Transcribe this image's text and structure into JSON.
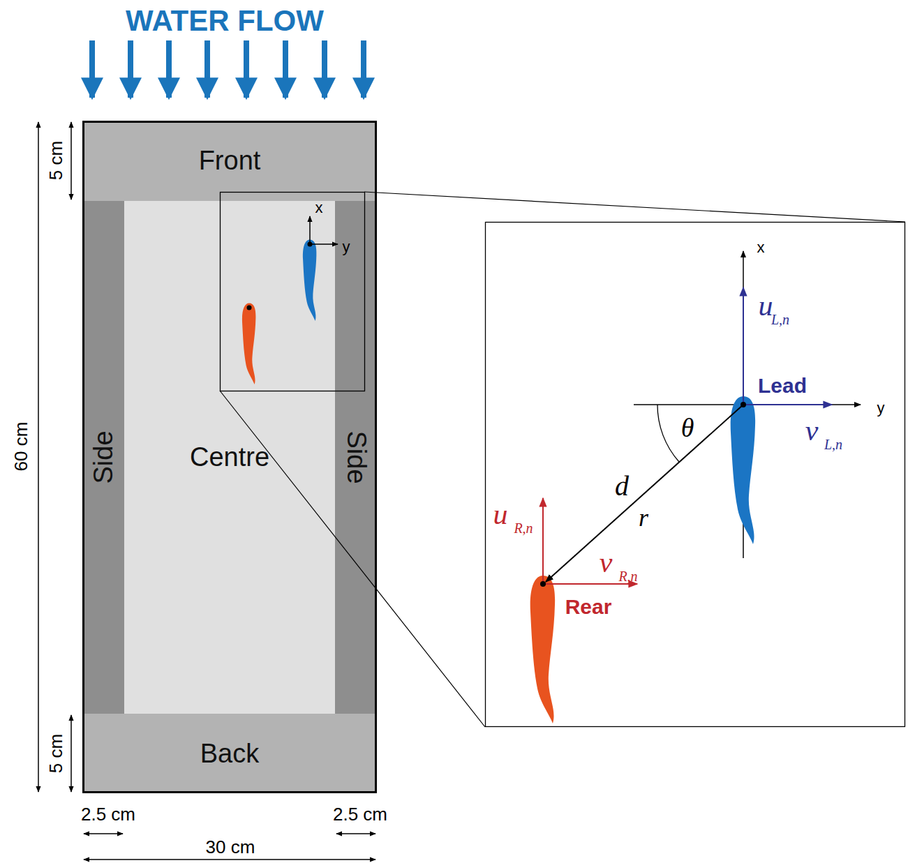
{
  "diagram": {
    "nodes": [
      {
        "text": [
          "Front"
        ]
      },
      {
        "text": [
          "Side"
        ]
      },
      {
        "text": [
          "Centre"
        ]
      },
      {
        "text": [
          "Side"
        ]
      },
      {
        "text": [
          "Back"
        ]
      }
    ],
    "labels": [
      "WATER FLOW",
      "5 cm",
      "60 cm",
      "5 cm",
      "2.5 cm",
      "2.5 cm",
      "30 cm",
      "x",
      "y",
      "x",
      "u",
      "L,n",
      "Lead",
      "y",
      "v",
      "L,n",
      "θ",
      "d",
      "r⃗",
      "u",
      "R,n",
      "v",
      "R,n",
      "Rear"
    ]
  }
}
